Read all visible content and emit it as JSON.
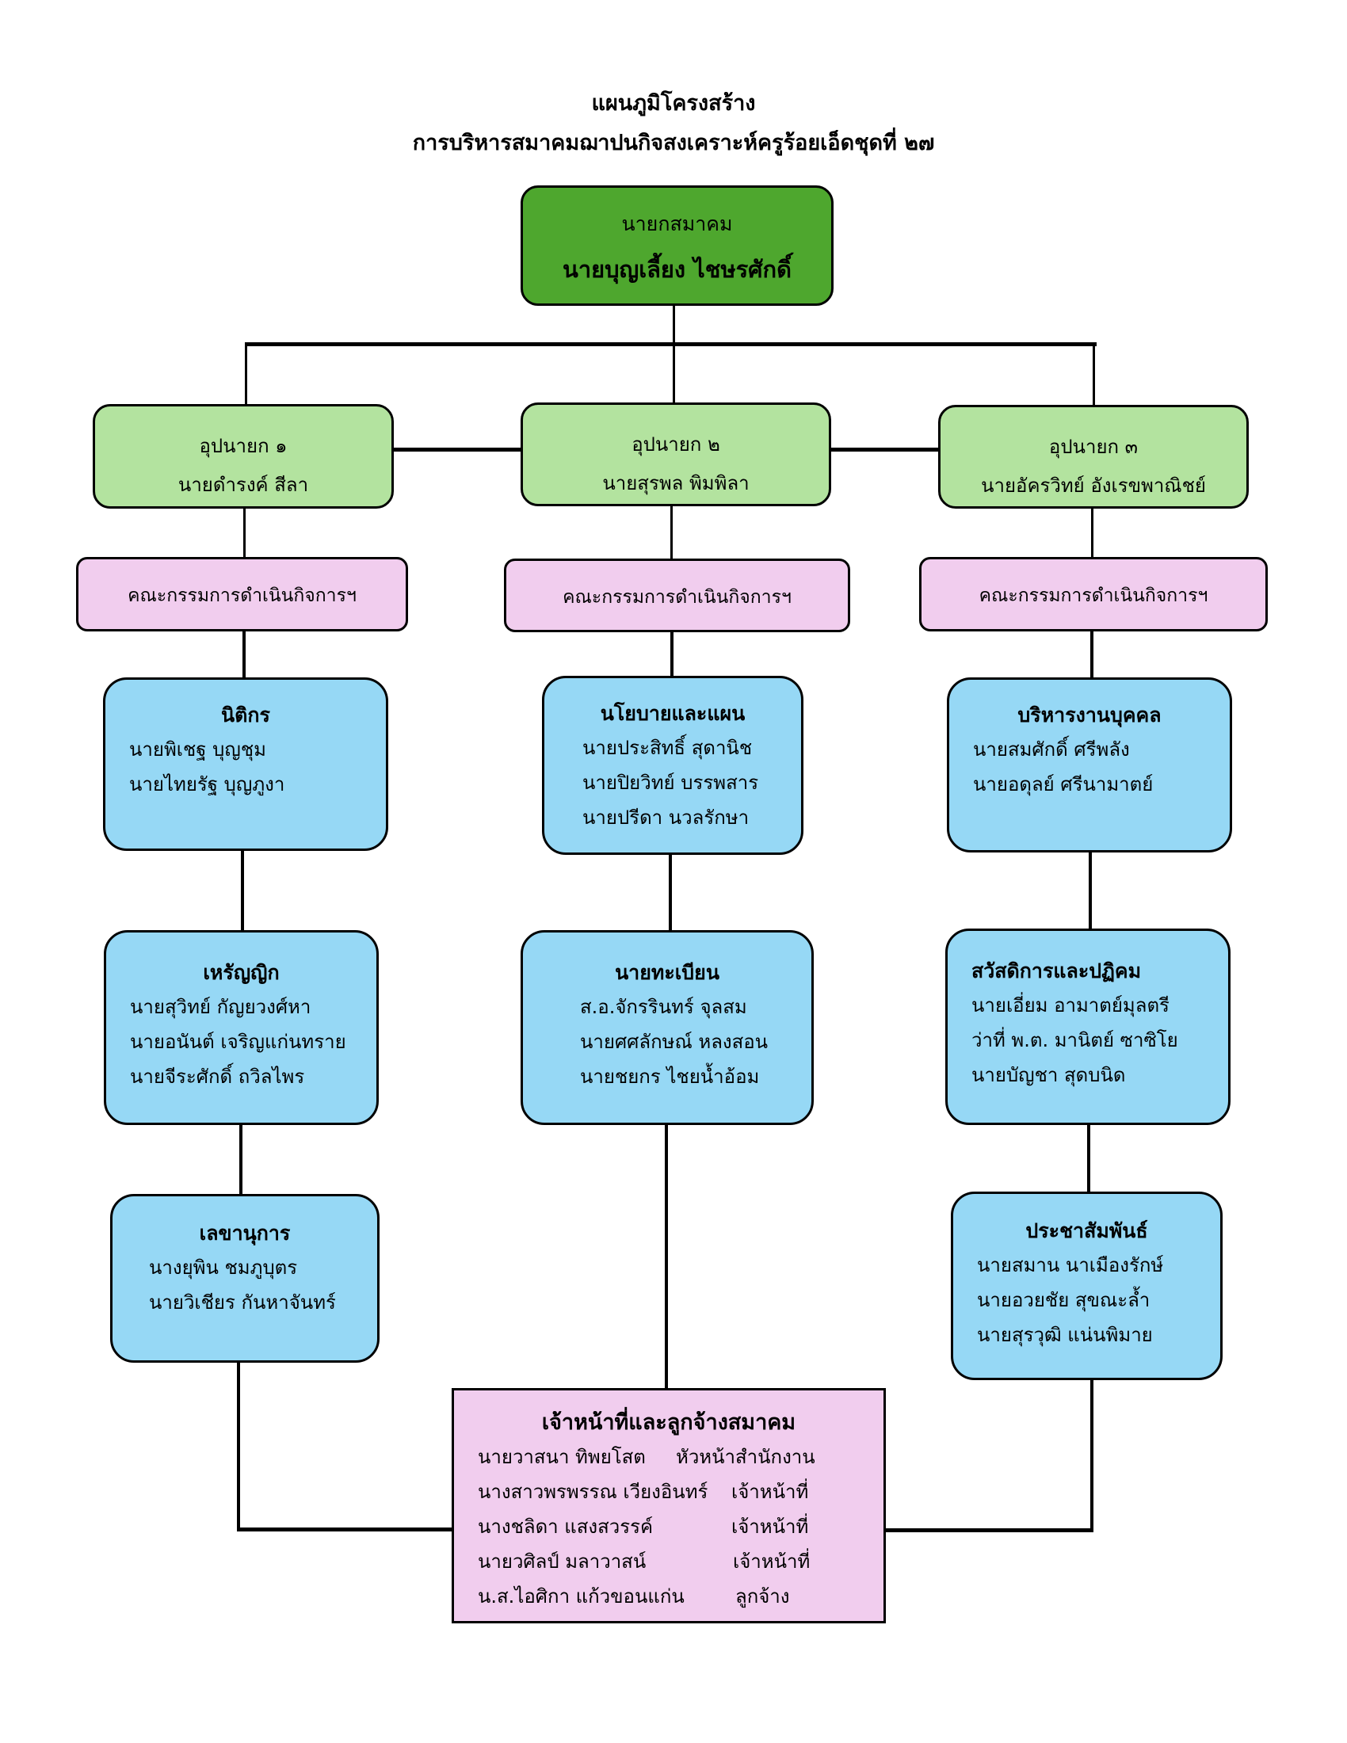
{
  "header": {
    "title": "แผนภูมิโครงสร้าง",
    "subtitle": "การบริหารสมาคมฌาปนกิจสงเคราะห์ครูร้อยเอ็ดชุดที่ ๒๗"
  },
  "president": {
    "role": "นายกสมาคม",
    "name": "นายบุญเลี้ยง  ไชษรศักดิ์"
  },
  "vice_presidents": [
    {
      "role": "อุปนายก ๑",
      "name": "นายดำรงค์  สีลา"
    },
    {
      "role": "อุปนายก ๒",
      "name": "นายสุรพล  พิมพิลา"
    },
    {
      "role": "อุปนายก ๓",
      "name": "นายอัครวิทย์  อังเรขพาณิชย์"
    }
  ],
  "committees": [
    {
      "label": "คณะกรรมการดำเนินกิจการฯ"
    },
    {
      "label": "คณะกรรมการดำเนินกิจการฯ"
    },
    {
      "label": "คณะกรรมการดำเนินกิจการฯ"
    }
  ],
  "departments": {
    "legal": {
      "title": "นิติกร",
      "members": [
        "นายพิเชฐ  บุญชุม",
        "นายไทยรัฐ  บุญภูงา"
      ]
    },
    "policy": {
      "title": "นโยบายและแผน",
      "members": [
        "นายประสิทธิ์  สุดานิช",
        "นายปิยวิทย์  บรรพสาร",
        "นายปรีดา  นวลรักษา"
      ]
    },
    "hr": {
      "title": "บริหารงานบุคคล",
      "members": [
        "นายสมศักดิ์  ศรีพลัง",
        "นายอดุลย์  ศรีนามาตย์"
      ]
    },
    "treasurer": {
      "title": "เหรัญญิก",
      "members": [
        "นายสุวิทย์  กัญยวงศ์หา",
        "นายอนันต์  เจริญแก่นทราย",
        "นายจีระศักดิ์  ถวิลไพร"
      ]
    },
    "registrar": {
      "title": "นายทะเบียน",
      "members": [
        "ส.อ.จักรรินทร์  จุลสม",
        "นายศศลักษณ์  หลงสอน",
        "นายชยกร  ไชยน้ำอ้อม"
      ]
    },
    "welfare": {
      "title": "สวัสดิการและปฏิคม",
      "members": [
        "นายเอี่ยม  อามาตย์มุลตรี",
        "ว่าที่ พ.ต. มานิตย์  ซาซิโย",
        "นายบัญชา  สุดบนิด"
      ]
    },
    "secretary": {
      "title": "เลขานุการ",
      "members": [
        "นางยุพิน   ชมภูบุตร",
        "นายวิเชียร  กันหาจันทร์"
      ]
    },
    "pr": {
      "title": "ประชาสัมพันธ์",
      "members": [
        "นายสมาน  นาเมืองรักษ์",
        "นายอวยชัย  สุขณะล้ำ",
        "นายสุรวุฒิ  แน่นพิมาย"
      ]
    }
  },
  "staff": {
    "title": "เจ้าหน้าที่และลูกจ้างสมาคม",
    "rows": [
      {
        "name": "นายวาสนา  ทิพยโสต",
        "position": "หัวหน้าสำนักงาน"
      },
      {
        "name": "นางสาวพรพรรณ  เวียงอินทร์",
        "position": "เจ้าหน้าที่"
      },
      {
        "name": "นางชลิดา   แสงสวรรค์",
        "position": "เจ้าหน้าที่"
      },
      {
        "name": "นายวศิลป์   มลาวาสน์",
        "position": "เจ้าหน้าที่"
      },
      {
        "name": "น.ส.ไอศิกา  แก้วขอนแก่น",
        "position": "ลูกจ้าง"
      }
    ]
  },
  "colors": {
    "president_fill": "#4ea72e",
    "vice_president_fill": "#b3e39f",
    "committee_fill": "#f1cdee",
    "department_fill": "#96d8f5",
    "staff_fill": "#f1cdee"
  }
}
